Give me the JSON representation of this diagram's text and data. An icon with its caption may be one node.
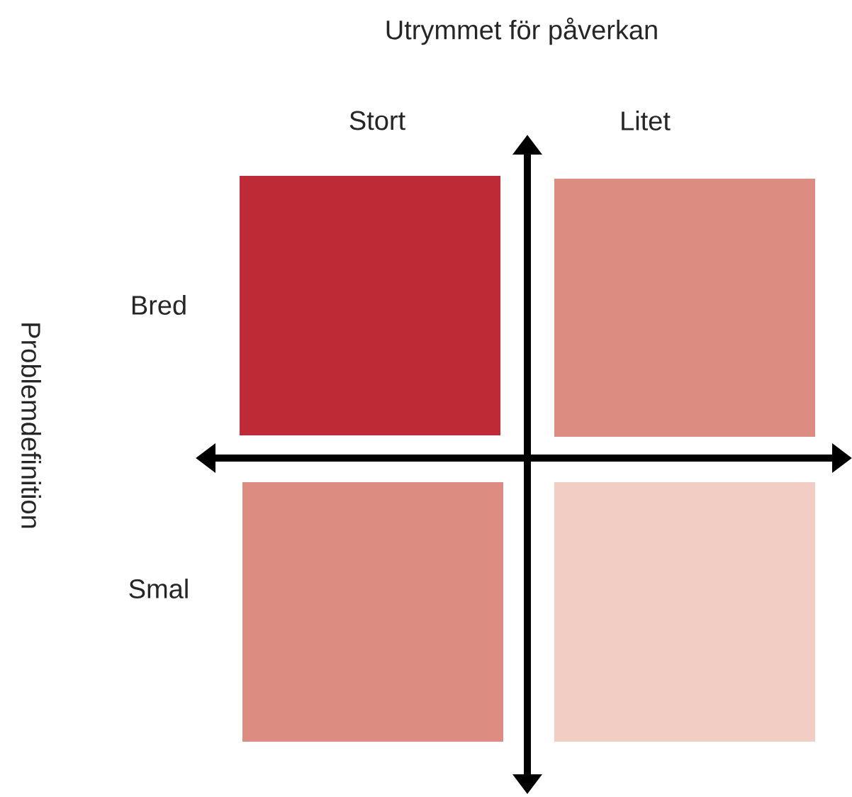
{
  "diagram": {
    "nodes": [
      {
        "text": [],
        "shape": "box"
      },
      {
        "text": [],
        "shape": "box"
      },
      {
        "text": [],
        "shape": "box"
      },
      {
        "text": [],
        "shape": "box"
      }
    ],
    "labels": [
      "Utrymmet för påverkan",
      "Stort",
      "Litet",
      "Problemdefinition",
      "Bred",
      "Smal"
    ]
  }
}
